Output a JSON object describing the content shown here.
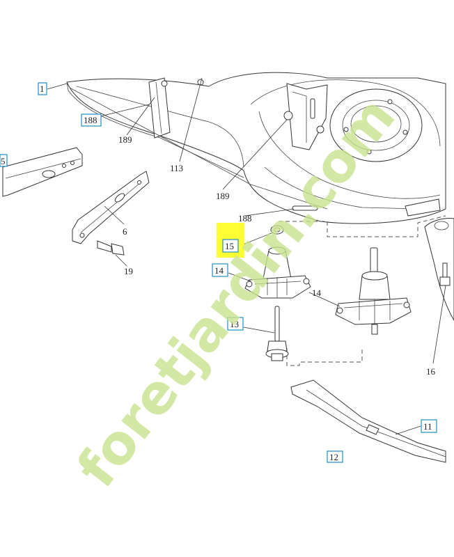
{
  "callouts": {
    "c1": "1",
    "c188a": "188",
    "c189a": "189",
    "c113": "113",
    "c189b": "189",
    "c188b": "188",
    "c6": "6",
    "c19": "19",
    "c15": "15",
    "c14a": "14",
    "c14b": "14",
    "c13": "13",
    "c16": "16",
    "c11": "11",
    "c12": "12",
    "c5": "5"
  },
  "highlight": {
    "color": "#ffff33",
    "target": "15"
  },
  "watermark": {
    "text": "foretjardin.com",
    "color": "#c9e28f"
  },
  "callout_box_color": "#1f8fc4"
}
